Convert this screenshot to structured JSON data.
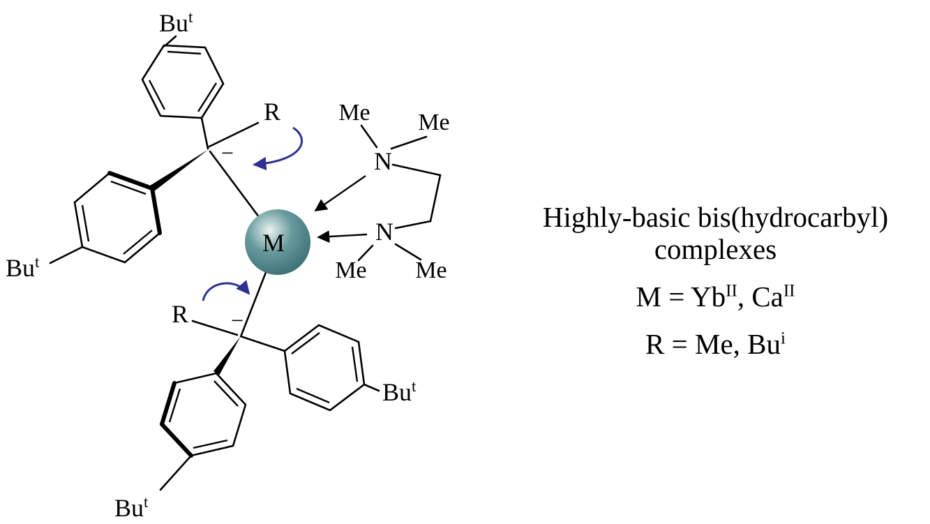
{
  "diagram": {
    "metal": "M",
    "minus": "−",
    "r": "R",
    "n": "N",
    "me": "Me",
    "but_base": "Bu",
    "but_sup": "t"
  },
  "caption": {
    "line1": "Highly-basic bis(hydrocarbyl)",
    "line2": "complexes",
    "m_pre": "M = Yb",
    "m_sup1": "II",
    "m_mid": ", Ca",
    "m_sup2": "II",
    "r_pre": "R = Me, Bu",
    "r_sup": "i"
  },
  "colors": {
    "bond": "#000000",
    "arrow": "#2e3192",
    "sphere_light": "#eaf3f1",
    "sphere_mid": "#679a9c",
    "sphere_dark": "#2e6165"
  }
}
